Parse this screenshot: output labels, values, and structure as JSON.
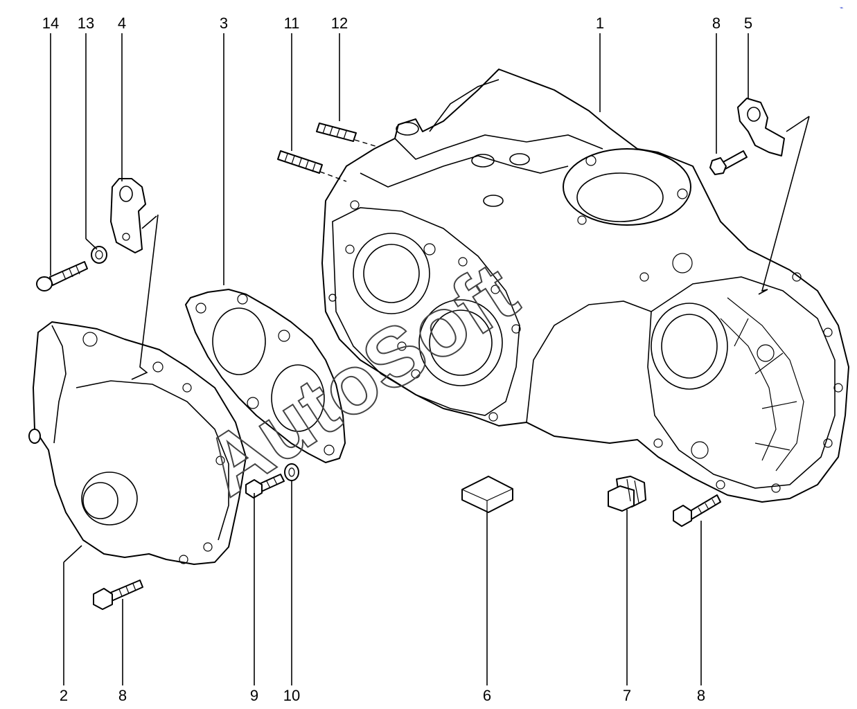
{
  "watermark": {
    "text": "AutoSoft"
  },
  "callouts": [
    {
      "id": "c1",
      "label": "1"
    },
    {
      "id": "c2",
      "label": "2"
    },
    {
      "id": "c3",
      "label": "3"
    },
    {
      "id": "c4",
      "label": "4"
    },
    {
      "id": "c5",
      "label": "5"
    },
    {
      "id": "c6",
      "label": "6"
    },
    {
      "id": "c7",
      "label": "7"
    },
    {
      "id": "c8a",
      "label": "8"
    },
    {
      "id": "c8b",
      "label": "8"
    },
    {
      "id": "c8c",
      "label": "8"
    },
    {
      "id": "c9",
      "label": "9"
    },
    {
      "id": "c10",
      "label": "10"
    },
    {
      "id": "c11",
      "label": "11"
    },
    {
      "id": "c12",
      "label": "12"
    },
    {
      "id": "c13",
      "label": "13"
    },
    {
      "id": "c14",
      "label": "14"
    }
  ]
}
